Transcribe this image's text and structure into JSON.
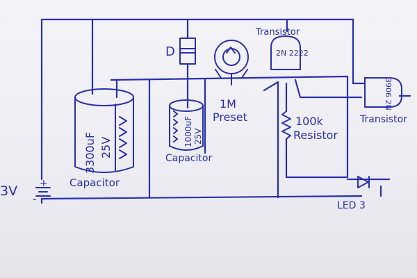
{
  "labels": {
    "voltage": "3V",
    "battery_plus": "+",
    "battery_minus": "-",
    "diode": "D",
    "cap_large_value": "3300uF",
    "cap_large_voltage": "25V",
    "cap_large_label": "Capacitor",
    "cap_small_value": "1000uF",
    "cap_small_voltage": "25V",
    "cap_small_label": "Capacitor",
    "preset_value": "1M",
    "preset_label": "Preset",
    "transistor1_label": "Transistor",
    "transistor1_part": "2N 2222",
    "resistor_value": "100k",
    "resistor_label": "Resistor",
    "transistor2_label": "Transistor",
    "transistor2_part": "3906 2N",
    "led_label": "LED",
    "led_count": "3"
  },
  "colors": {
    "ink": "#2a2fb0",
    "paper": "#f1f1f6"
  }
}
